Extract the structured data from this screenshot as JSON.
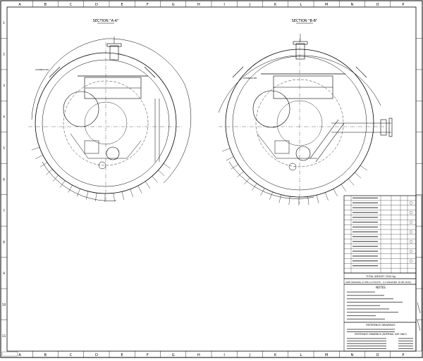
{
  "border": {
    "columns": [
      "A",
      "B",
      "C",
      "D",
      "E",
      "F",
      "G",
      "H",
      "I",
      "J",
      "K",
      "L",
      "M",
      "N",
      "O",
      "P"
    ],
    "rows": [
      "1",
      "2",
      "3",
      "4",
      "5",
      "6",
      "7",
      "8",
      "9",
      "10",
      "11"
    ]
  },
  "views": [
    {
      "title": "SECTION \"A-A\""
    },
    {
      "title": "SECTION \"B-B\""
    }
  ],
  "view_labels": {
    "left_a": "CONNECTOR",
    "right_a": "CONNECTOR"
  },
  "total_weight": "TOTAL WEIGHT 3334 Kg",
  "dims_note": "ONE DRAWING (2 PER 4.4 EXISTS - 4.3 DRAWING TO BE (ELE))",
  "notes_title": "NOTES",
  "ref_title": "REFERENCE DRAWINGS",
  "ref_title_2": "REFERENCE DRAWINGS (INTERNAL USE ONLY)",
  "colors": {
    "line": "#000000",
    "paper": "#ffffff",
    "bg": "#f4f4f4"
  }
}
